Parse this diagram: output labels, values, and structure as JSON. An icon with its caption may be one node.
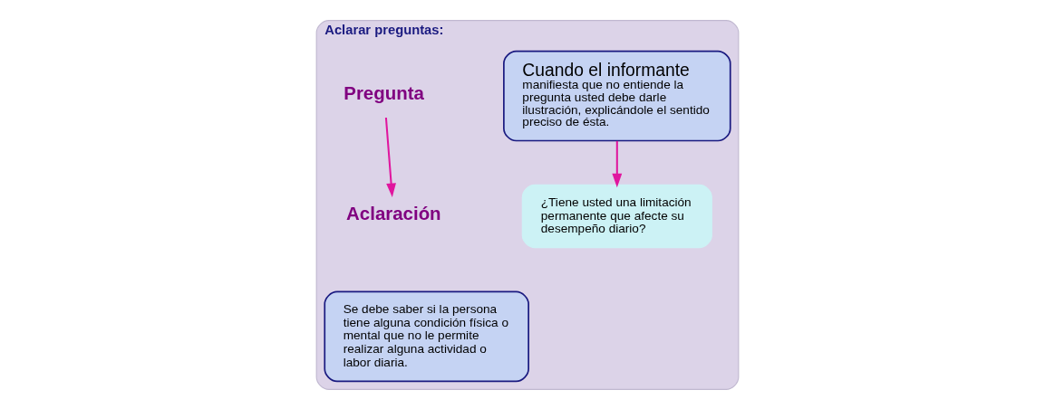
{
  "diagram": {
    "nodes": [
      {
        "text": [
          "Aclarar preguntas:"
        ]
      },
      {
        "text": [
          "Cuando el informante",
          "manifiesta que no entiende la pregunta usted debe darle ilustración, explicándole el sentido preciso de ésta."
        ],
        "in": 0
      },
      {
        "text": [
          "Pregunta"
        ],
        "in": 0
      },
      {
        "text": [
          "Aclaración"
        ],
        "in": 0
      },
      {
        "text": [
          "Se debe saber si la persona tiene alguna condición física o mental que no le permite realizar alguna actividad o labor diaria."
        ],
        "in": 0
      },
      {
        "text": [
          "¿Tiene usted una limitación permanente que afecte su desempeño diario?"
        ],
        "in": 0
      }
    ],
    "edges": [
      {
        "from": 1,
        "to": 5,
        "arrow": "to"
      },
      {
        "from": 2,
        "to": 3,
        "arrow": "to"
      }
    ]
  }
}
